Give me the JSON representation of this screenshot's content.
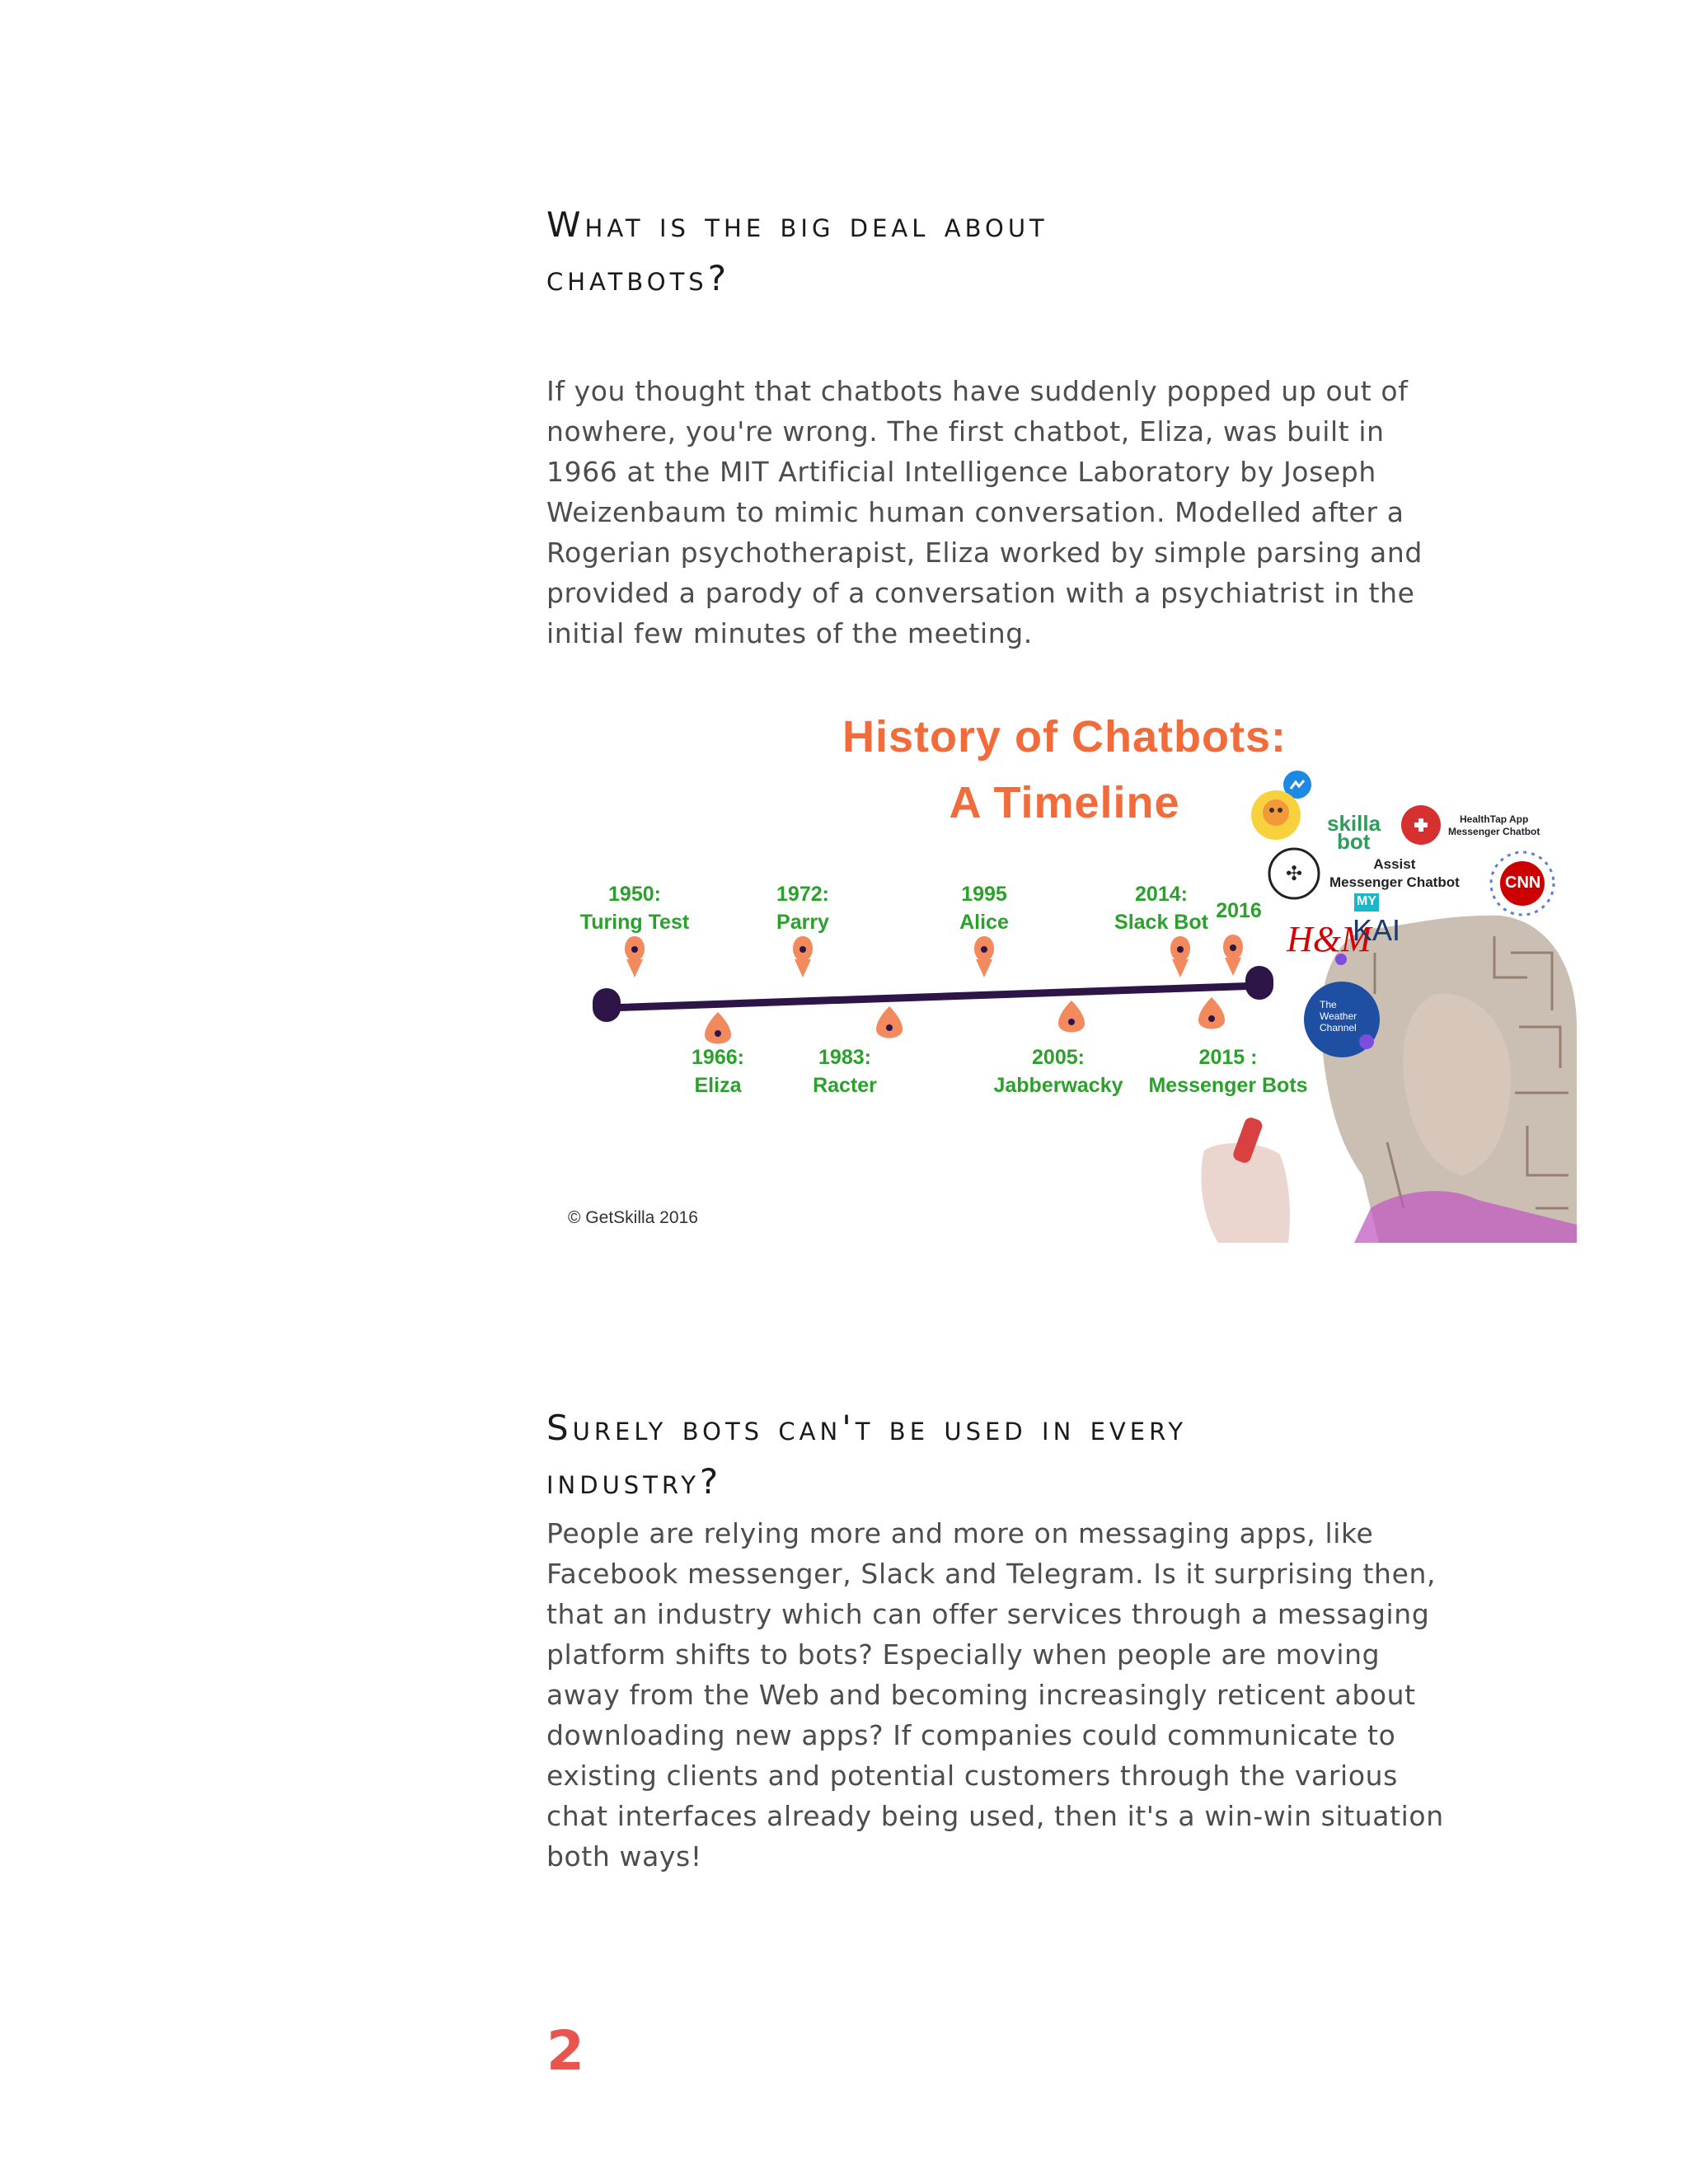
{
  "section1": {
    "heading_line1": "What is the big deal about",
    "heading_line2": "chatbots?",
    "paragraph": "If you thought that chatbots have suddenly popped up out of nowhere, you're wrong. The first chatbot, Eliza, was built in 1966 at the MIT Artificial Intelligence Laboratory by Joseph Weizenbaum to mimic human conversation. Modelled after a Rogerian psychotherapist, Eliza worked by simple parsing and provided a parody of a conversation with a psychiatrist in the initial few minutes of the meeting."
  },
  "figure": {
    "title_line1": "History of Chatbots:",
    "title_line2": "A Timeline",
    "copyright": "© GetSkilla 2016",
    "colors": {
      "title": "#f26b3a",
      "labels": "#2ca02c",
      "timeline": "#2d1548",
      "pin": "#f28a5e"
    },
    "events_above": [
      {
        "year": "1950:",
        "name": "Turing Test"
      },
      {
        "year": "1972:",
        "name": "Parry"
      },
      {
        "year": "1995",
        "name": "Alice"
      },
      {
        "year": "2014:",
        "name": "Slack Bot"
      },
      {
        "year": "2016",
        "name": ""
      }
    ],
    "events_below": [
      {
        "year": "1966:",
        "name": "Eliza"
      },
      {
        "year": "1983:",
        "name": "Racter"
      },
      {
        "year": "2005:",
        "name": "Jabberwacky"
      },
      {
        "year": "2015 :",
        "name": "Messenger Bots"
      }
    ],
    "brands": {
      "skilla_line1": "skilla",
      "skilla_line2": "bot",
      "healthtap_line1": "HealthTap App",
      "healthtap_line2": "Messenger Chatbot",
      "assist_line1": "Assist",
      "assist_line2": "Messenger Chatbot",
      "cnn": "CNN",
      "hm": "H&M",
      "mykai_my": "MY",
      "mykai_kai": "KAI",
      "weather_line1": "The",
      "weather_line2": "Weather",
      "weather_line3": "Channel"
    }
  },
  "section2": {
    "heading_line1": "Surely bots can't be used in every",
    "heading_line2": "industry?",
    "paragraph": "People are relying more and more on messaging apps, like Facebook messenger, Slack and Telegram. Is it surprising then, that an industry which can offer services through a messaging platform shifts to bots? Especially when people are moving away from the Web and becoming increasingly reticent about downloading new apps? If companies could communicate to existing clients and potential customers through the various chat interfaces already being used, then it's a win-win situation both ways!"
  },
  "page_number": "2"
}
